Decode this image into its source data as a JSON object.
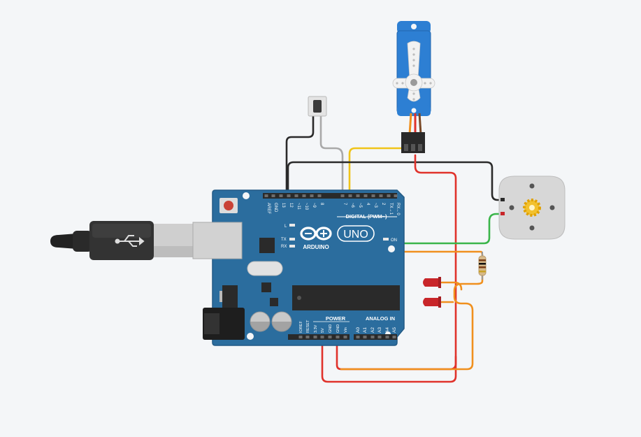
{
  "board": {
    "digital_label": "DIGITAL (PWM~)",
    "brand": "ARDUINO",
    "model": "UNO",
    "power_label": "POWER",
    "analog_label": "ANALOG IN",
    "on_label": "ON",
    "l_label": "L",
    "tx_label": "TX",
    "rx_label": "RX",
    "header_top_pins": [
      "AREF",
      "GND",
      "13",
      "12",
      "~11",
      "~10",
      "~9",
      "8",
      "7",
      "~6",
      "~5",
      "4",
      "~3",
      "2",
      "TX→1",
      "RX←0"
    ],
    "header_power_pins": [
      "IOREF",
      "RESET",
      "3.3V",
      "5V",
      "GND",
      "GND",
      "Vin"
    ],
    "header_analog_pins": [
      "A0",
      "A1",
      "A2",
      "A3",
      "A4",
      "A5"
    ]
  },
  "colors": {
    "board": "#2b6d9e",
    "board_edge": "#225a85",
    "wire_black": "#2a2a2a",
    "wire_red": "#e0322b",
    "wire_yellow": "#f0c419",
    "wire_orange": "#f0901e",
    "wire_green": "#3ab54a",
    "wire_gray": "#a9a9a9",
    "servo_blue": "#2d7fd3",
    "led_red": "#c8262a",
    "motor_body": "#d7d7d7"
  },
  "icons": {
    "usb": "usb-symbol-icon",
    "arduino": "infinity-logo-icon",
    "motor": "gear-icon"
  }
}
